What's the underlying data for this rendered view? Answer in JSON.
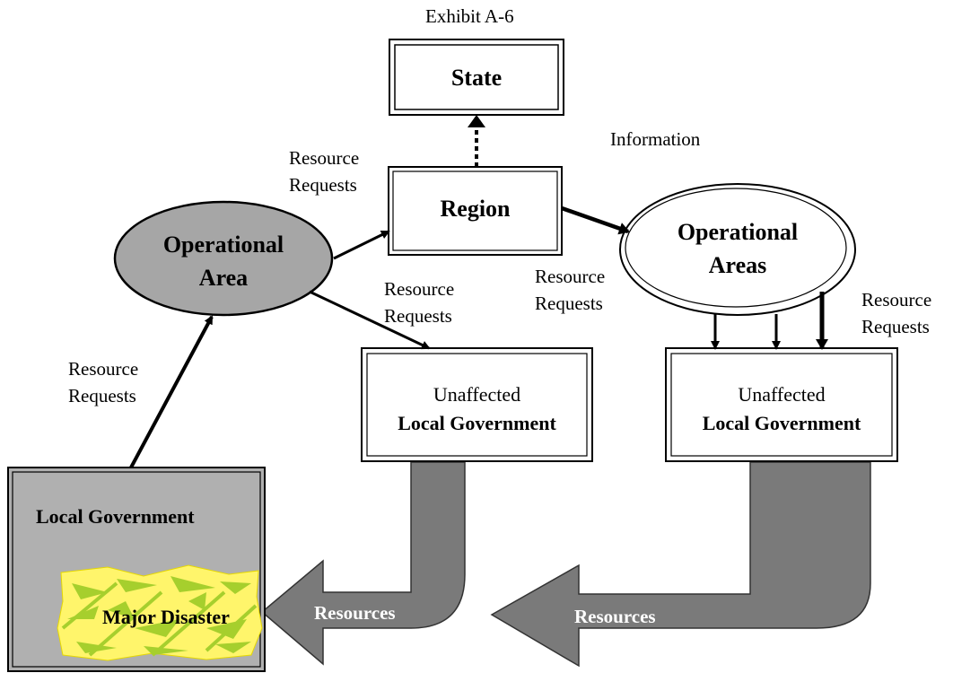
{
  "title": "Exhibit A-6",
  "nodes": {
    "state": "State",
    "region": "Region",
    "operational_area": [
      "Operational",
      "Area"
    ],
    "operational_areas": [
      "Operational",
      "Areas"
    ],
    "unaffected_left": [
      "Unaffected",
      "Local Government"
    ],
    "unaffected_right": [
      "Unaffected",
      "Local Government"
    ],
    "local_government": "Local Government",
    "major_disaster": "Major Disaster"
  },
  "edge_labels": {
    "information": "Information",
    "resource_requests": [
      "Resource",
      "Requests"
    ]
  },
  "flow_labels": {
    "resources": "Resources"
  },
  "colors": {
    "box_gray": "#b0b0b0",
    "ellipse_gray": "#a6a6a6",
    "arrow_gray": "#7a7a7a",
    "disaster_yellow": "#fff56b",
    "disaster_green": "#a6cf2d"
  }
}
